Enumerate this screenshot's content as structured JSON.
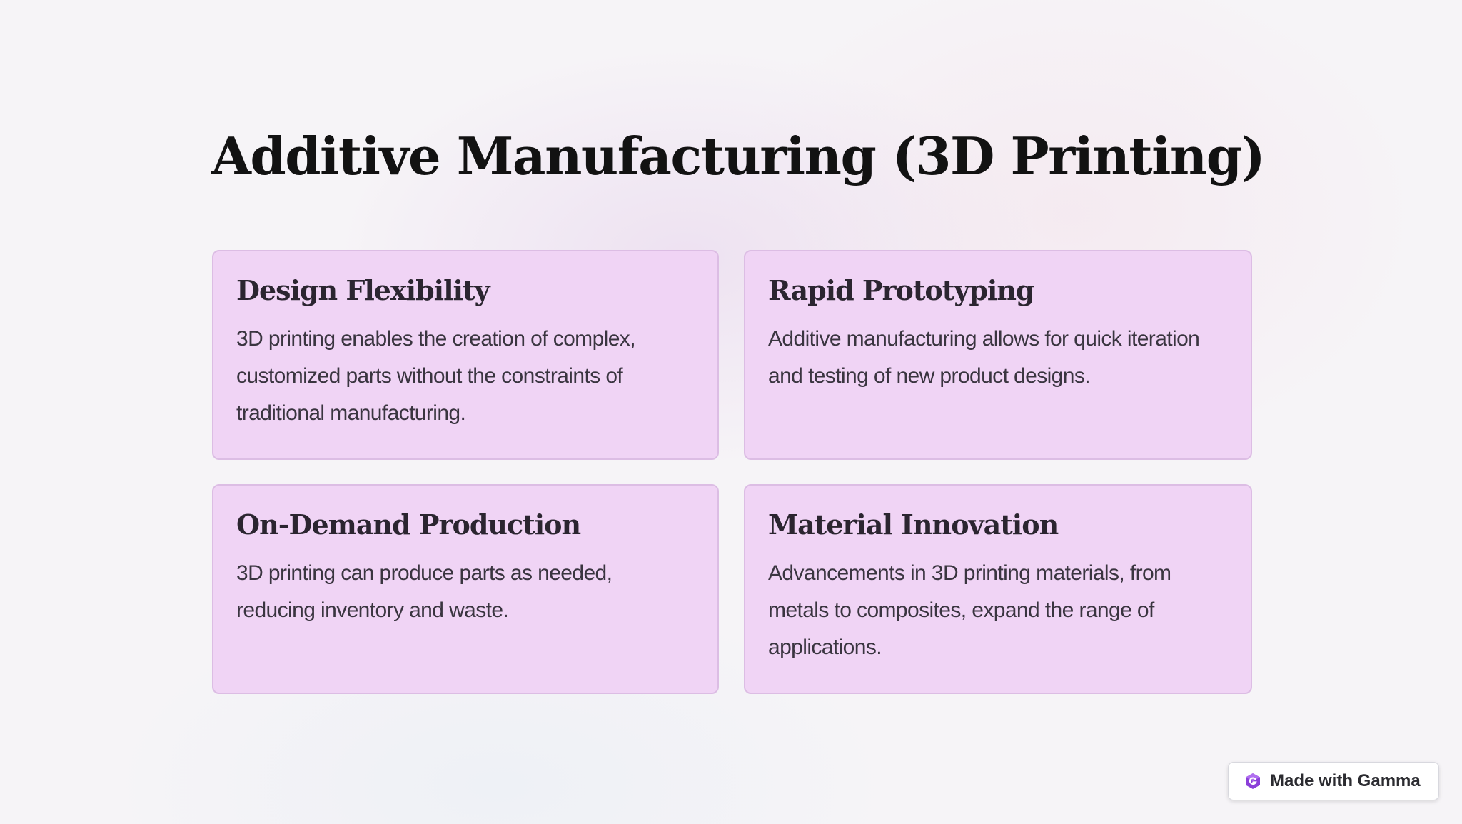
{
  "slide": {
    "title": "Additive Manufacturing (3D Printing)",
    "cards": [
      {
        "title": "Design Flexibility",
        "body": "3D printing enables the creation of complex, customized parts without the constraints of traditional manufacturing."
      },
      {
        "title": "Rapid Prototyping",
        "body": "Additive manufacturing allows for quick iteration and testing of new product designs."
      },
      {
        "title": "On-Demand Production",
        "body": "3D printing can produce parts as needed, reducing inventory and waste."
      },
      {
        "title": "Material Innovation",
        "body": "Advancements in 3D printing materials, from metals to composites, expand the range of applications."
      }
    ]
  },
  "badge": {
    "label": "Made with Gamma",
    "icon": "gamma-logo-icon"
  },
  "colors": {
    "card_background": "#f0d4f5",
    "card_border": "#dcbde4",
    "title_text": "#121212",
    "badge_icon": "#8b3fd9"
  }
}
